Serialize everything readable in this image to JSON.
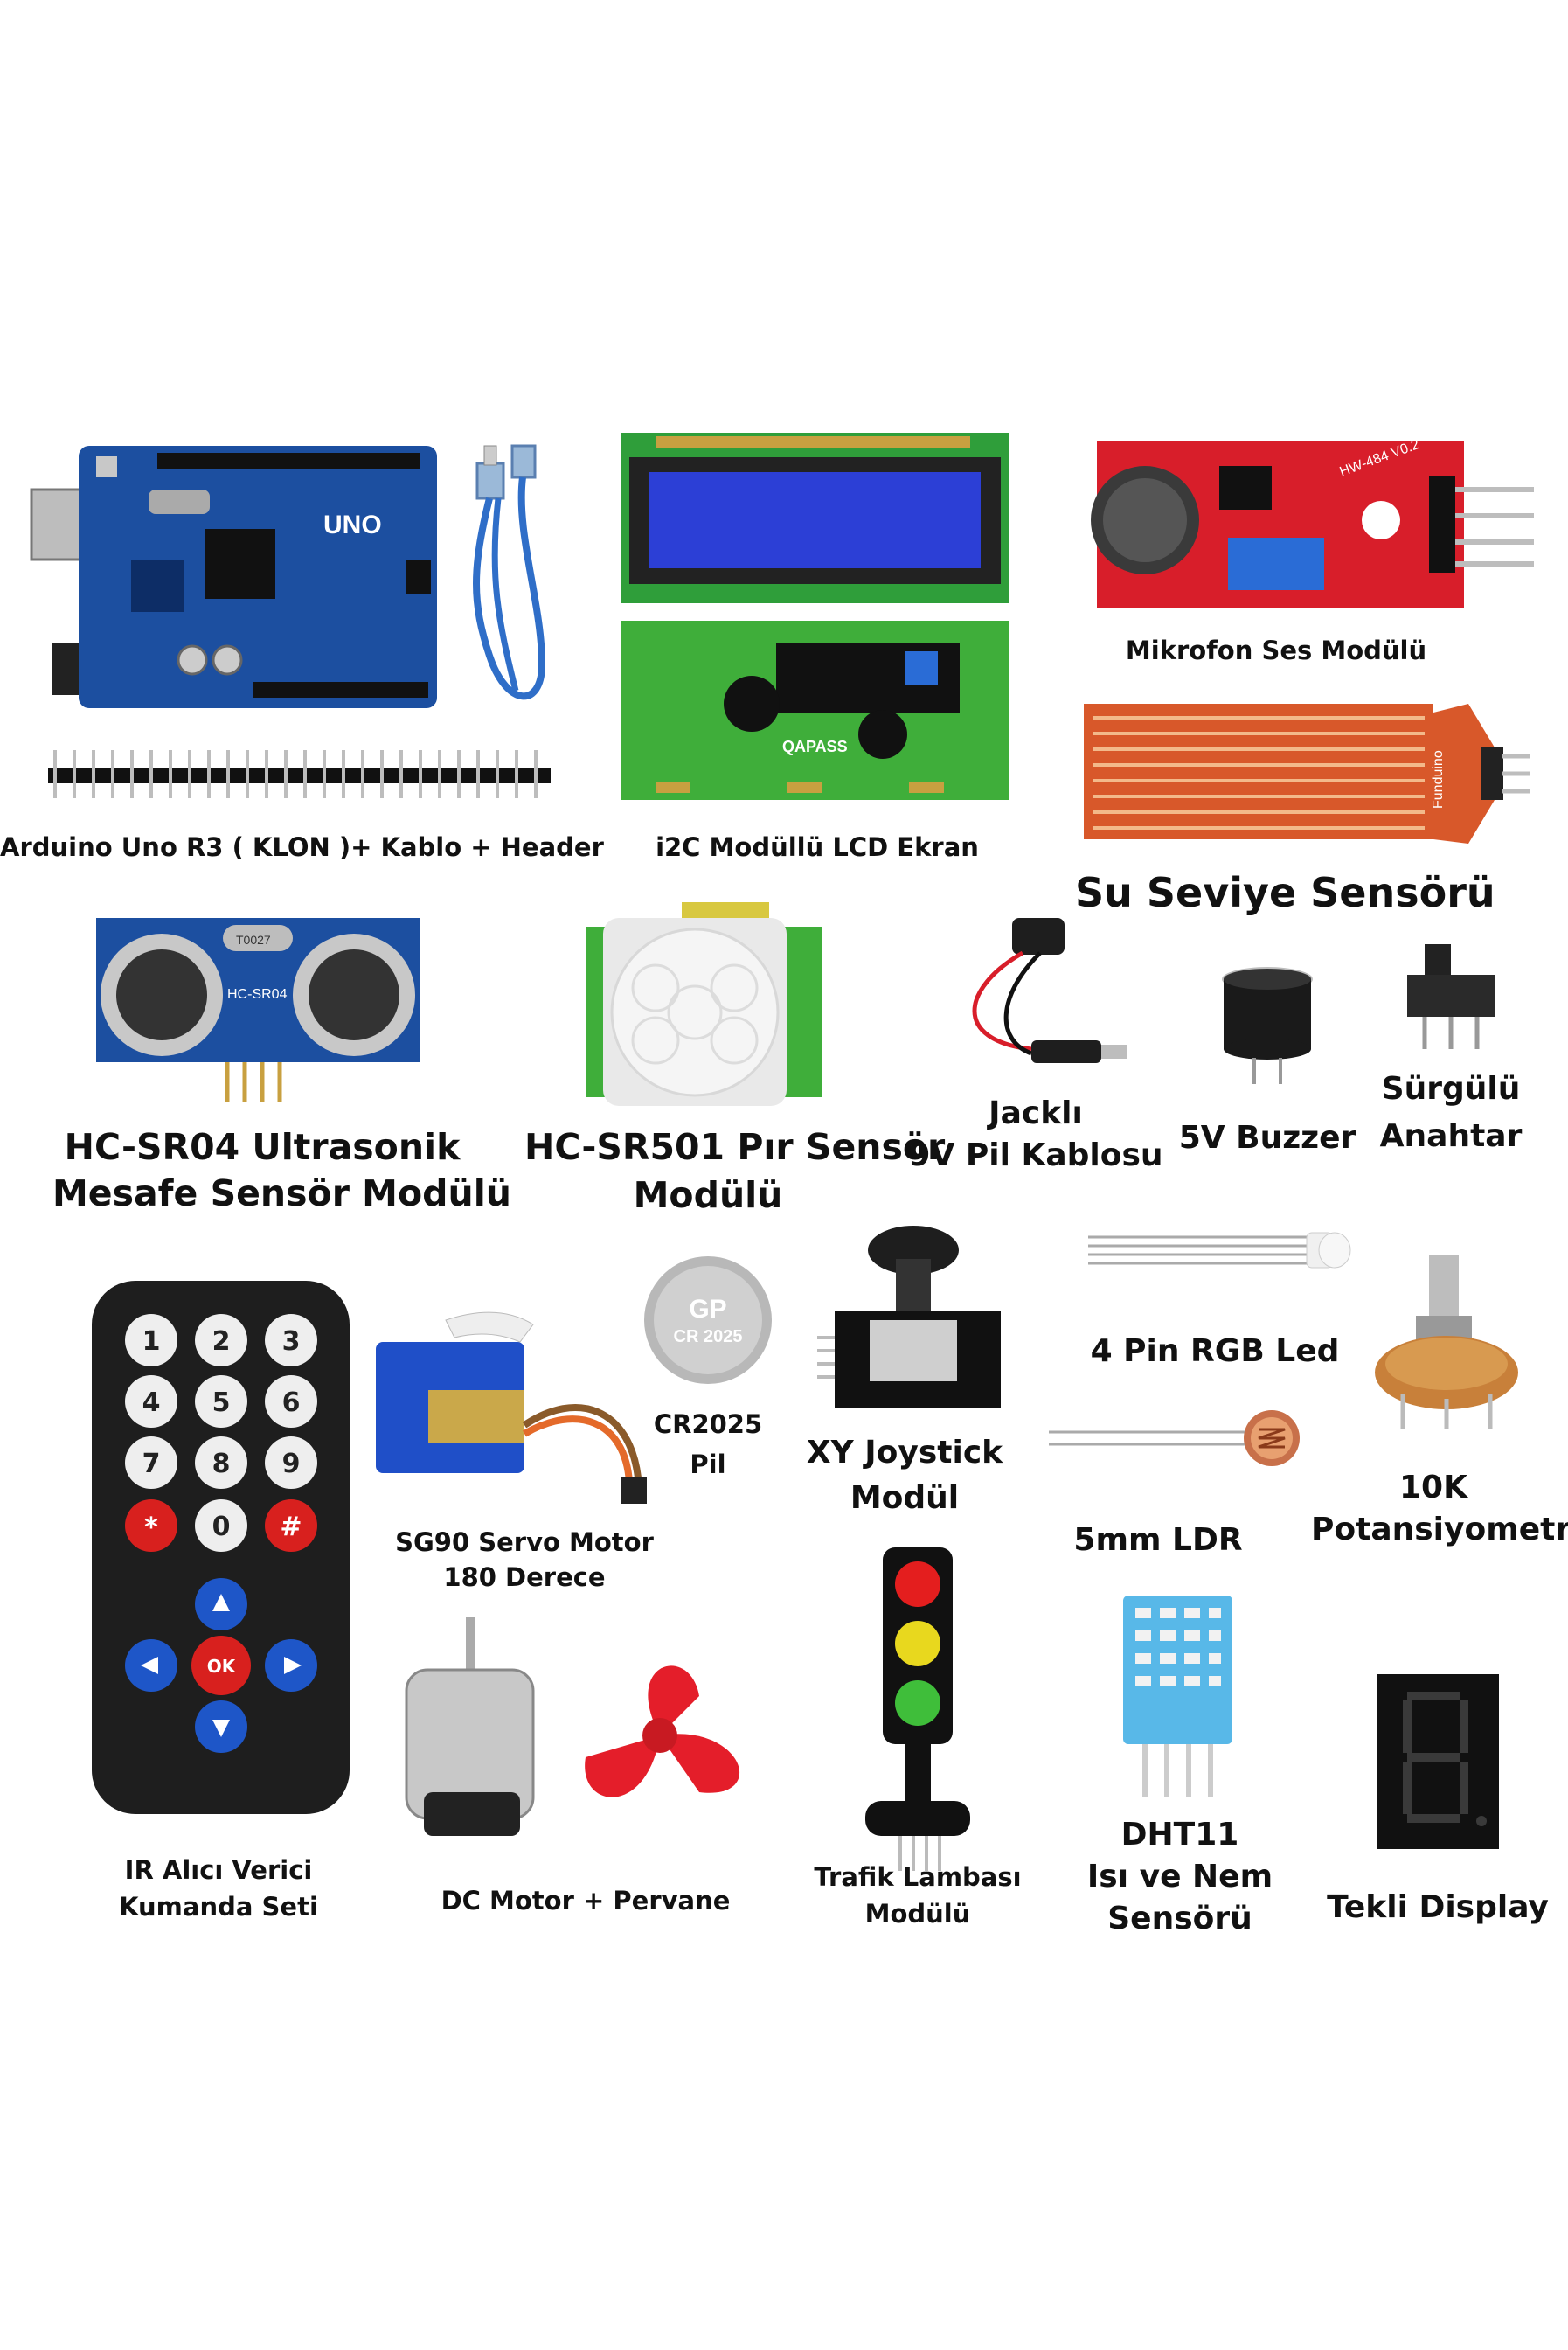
{
  "labels": {
    "arduino": "Arduino Uno R3  ( KLON )+ Kablo + Header",
    "lcd": "i2C Modüllü LCD Ekran",
    "mic": "Mikrofon Ses Modülü",
    "water": "Su Seviye Sensörü",
    "hcsr04_1": "HC-SR04 Ultrasonik",
    "hcsr04_2": "Mesafe Sensör Modülü",
    "pir_1": "HC-SR501 Pır Sensör",
    "pir_2": "Modülü",
    "battery_1": "Jacklı",
    "battery_2": "9V Pil Kablosu",
    "buzzer": "5V Buzzer",
    "switch_1": "Sürgülü",
    "switch_2": "Anahtar",
    "rgb": "4 Pin RGB Led",
    "coin_1": "CR2025",
    "coin_2": "Pil",
    "joystick_1": "XY Joystick",
    "joystick_2": "Modül",
    "servo_1": "SG90 Servo Motor",
    "servo_2": "180 Derece",
    "ldr": "5mm LDR",
    "pot_1": "10K",
    "pot_2": "Potansiyometre",
    "ir_1": "IR Alıcı Verici",
    "ir_2": "Kumanda Seti",
    "motor": "DC Motor + Pervane",
    "traffic_1": "Trafik Lambası",
    "traffic_2": "Modülü",
    "dht_1": "DHT11",
    "dht_2": "Isı ve Nem",
    "dht_3": "Sensörü",
    "display": "Tekli Display"
  },
  "printed": {
    "uno": "UNO",
    "hcsr04_chip": "HC-SR04",
    "crystal": "T0027",
    "mic_model": "HW-484 V0.2",
    "coin_brand": "GP",
    "coin_model": "CR 2025",
    "lcd_brand": "QAPASS",
    "water_brand": "Funduino",
    "ok": "OK"
  },
  "remote_keys": [
    "1",
    "2",
    "3",
    "4",
    "5",
    "6",
    "7",
    "8",
    "9",
    "*",
    "0",
    "#"
  ],
  "colors": {
    "pcb_blue": "#1c4fa0",
    "pcb_green": "#2f9e3a",
    "pcb_red": "#d81e2a",
    "lcd_blue": "#2c3fd6",
    "servo_blue": "#1f4fc8",
    "remote_body": "#1e1e1e",
    "remote_red": "#d8201e",
    "remote_blue": "#1e56c8",
    "copper": "#d8582a",
    "dht_blue": "#58b8e8",
    "fan_red": "#e41e2a"
  }
}
